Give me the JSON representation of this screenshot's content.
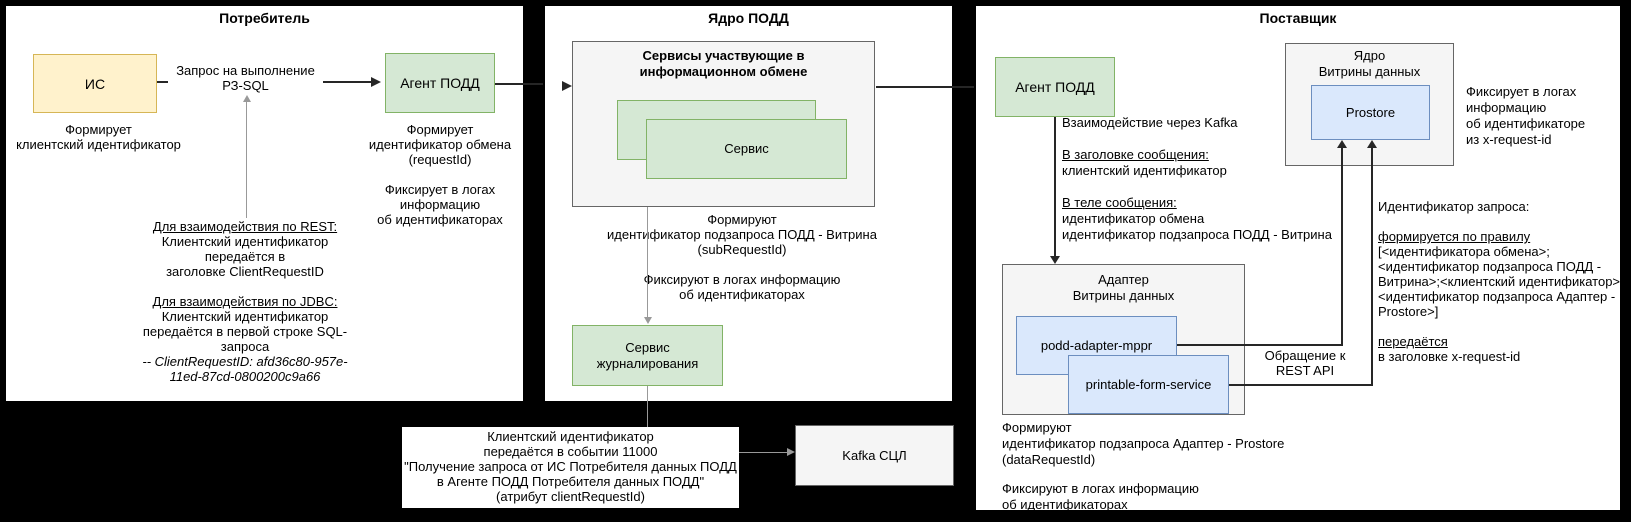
{
  "colors": {
    "bg": "#000000",
    "panel-bg": "#ffffff",
    "yellow-fill": "#fff2cc",
    "yellow-border": "#d6b656",
    "green-fill": "#d5e8d4",
    "green-border": "#82b366",
    "blue-fill": "#dae8fc",
    "blue-border": "#6c8ebf",
    "gray-fill": "#f5f5f5",
    "gray-border": "#666666",
    "line-gray": "#999999"
  },
  "consumer": {
    "title": "Потребитель",
    "is_box_label": "ИС",
    "agent_box_label": "Агент ПОДД",
    "request_label": [
      "Запрос на выполнение",
      "РЗ-SQL"
    ],
    "is_note": [
      "Формирует",
      "клиентский идентификатор"
    ],
    "agent_note_forms": [
      "Формирует",
      "идентификатор обмена",
      "(requestId)"
    ],
    "agent_note_logs": [
      "Фиксирует в логах",
      "информацию",
      "об идентификаторах"
    ],
    "rest_jdbc": [
      "Для взаимодействия по REST:",
      "Клиентский идентификатор",
      "передаётся в",
      "заголовке ClientRequestID",
      "",
      "Для взаимодействия по JDBC:",
      "Клиентский идентификатор",
      "передаётся в первой строке SQL-",
      "запроса",
      "-- ClientRequestID: afd36c80-957e-",
      "11ed-87cd-0800200c9a66"
    ]
  },
  "core": {
    "title": "Ядро ПОДД",
    "services_box_title": [
      "Сервисы участвующие в",
      "информационном обмене"
    ],
    "service_box_label": "Сервис",
    "forms_note": [
      "Формируют",
      "идентификатор подзапроса ПОДД - Витрина",
      "(subRequestId)"
    ],
    "logs_note": [
      "Фиксируют в логах информацию",
      "об идентификаторах"
    ],
    "journal_box_label": [
      "Сервис",
      "журналирования"
    ]
  },
  "event": {
    "note": [
      "Клиентский идентификатор",
      "передаётся в событии 11000",
      "\"Получение запроса от ИС Потребителя данных ПОДД",
      "в Агенте ПОДД Потребителя данных ПОДД\"",
      "(атрибут clientRequestId)"
    ],
    "kafka_box_label": "Kafka СЦЛ"
  },
  "provider": {
    "title": "Поставщик",
    "agent_box_label": "Агент ПОДД",
    "kafka_note": [
      "Взаимодействие через Kafka",
      "",
      "В заголовке сообщения:",
      "клиентский идентификатор",
      "",
      "В теле сообщения:",
      "идентификатор обмена",
      "идентификатор подзапроса ПОДД - Витрина"
    ],
    "adapter_box_title": [
      "Адаптер",
      "Витрины данных"
    ],
    "adapter_service1_label": "podd-adapter-mppr",
    "adapter_service2_label": "printable-form-service",
    "core_box_title": [
      "Ядро",
      "Витрины данных"
    ],
    "prostore_box_label": "Prostore",
    "rest_api_label": [
      "Обращение к",
      "REST API"
    ],
    "prostore_log_note": [
      "Фиксирует в логах",
      "информацию",
      "об идентификаторе",
      "из x-request-id"
    ],
    "request_id_note": [
      "Идентификатор запроса:",
      "",
      "формируется по правилу",
      "[<идентификатора обмена>;",
      "<идентификатор подзапроса ПОДД -",
      "Витрина>;<клиентский идентификатор>;",
      "<идентификатор подзапроса Адаптер -",
      "Prostore>]",
      "",
      "передаётся",
      "в заголовке x-request-id"
    ],
    "forms_note": [
      "Формируют",
      "идентификатор подзапроса Адаптер - Prostore",
      "(dataRequestId)"
    ],
    "logs_note": [
      "Фиксируют в логах информацию",
      "об идентификаторах"
    ]
  }
}
